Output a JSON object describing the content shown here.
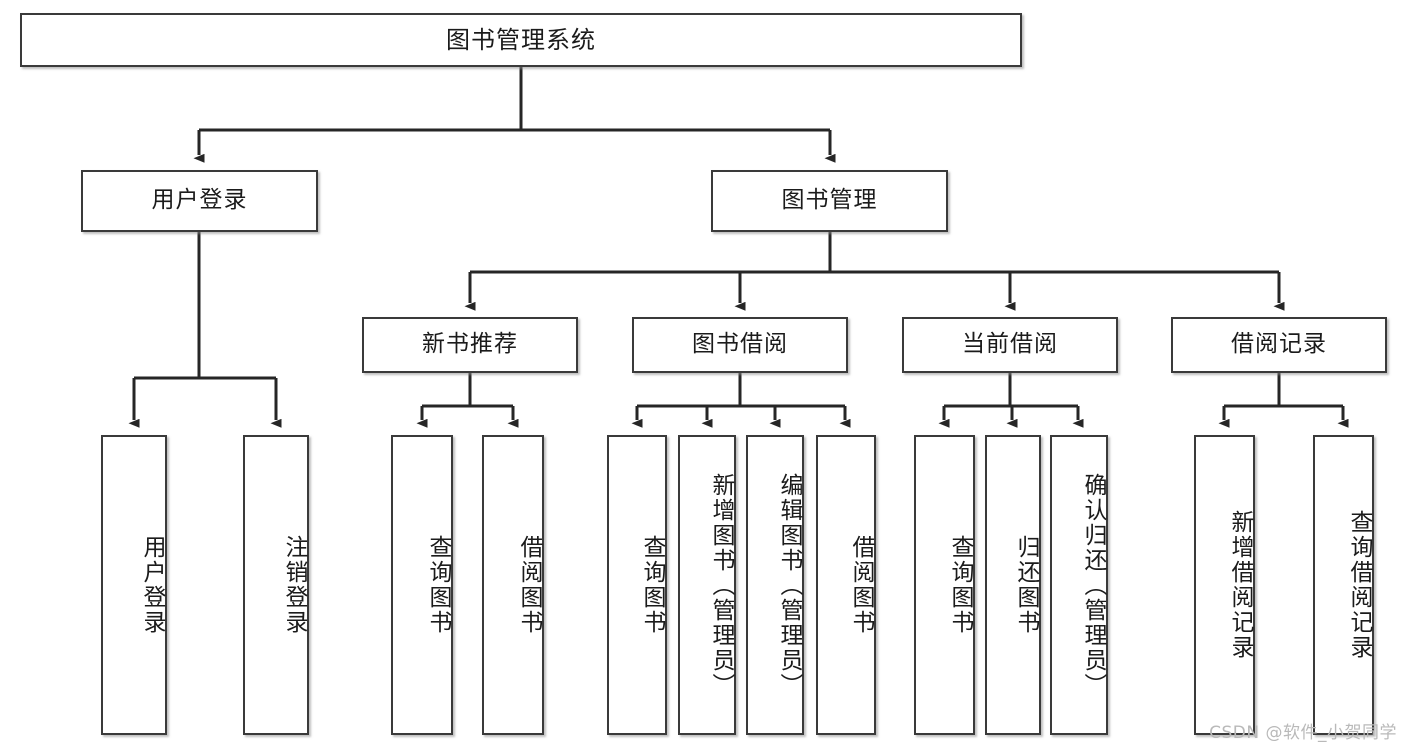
{
  "diagram": {
    "type": "hierarchy-tree",
    "title": "图书管理系统",
    "watermark": "CSDN @软件_小贺同学",
    "colors": {
      "box_border": "#3a3a3a",
      "box_fill": "#ffffff",
      "connector": "#262626",
      "text": "#1b1b1b",
      "watermark": "#b9b9b9",
      "background": "#ffffff"
    },
    "levels": {
      "root": {
        "label": "图书管理系统"
      },
      "level2": [
        {
          "label": "用户登录"
        },
        {
          "label": "图书管理"
        }
      ],
      "level3": [
        {
          "label": "新书推荐"
        },
        {
          "label": "图书借阅"
        },
        {
          "label": "当前借阅"
        },
        {
          "label": "借阅记录"
        }
      ],
      "leaves": {
        "user_login": [
          {
            "label": "用户登录"
          },
          {
            "label": "注销登录"
          }
        ],
        "new_book_recommend": [
          {
            "label": "查询图书"
          },
          {
            "label": "借阅图书"
          }
        ],
        "book_borrow": [
          {
            "label": "查询图书"
          },
          {
            "label": "新增图书（管理员）"
          },
          {
            "label": "编辑图书（管理员）"
          },
          {
            "label": "借阅图书"
          }
        ],
        "current_borrow": [
          {
            "label": "查询图书"
          },
          {
            "label": "归还图书"
          },
          {
            "label": "确认归还（管理员）"
          }
        ],
        "borrow_record": [
          {
            "label": "新增借阅记录"
          },
          {
            "label": "查询借阅记录"
          }
        ]
      }
    }
  }
}
